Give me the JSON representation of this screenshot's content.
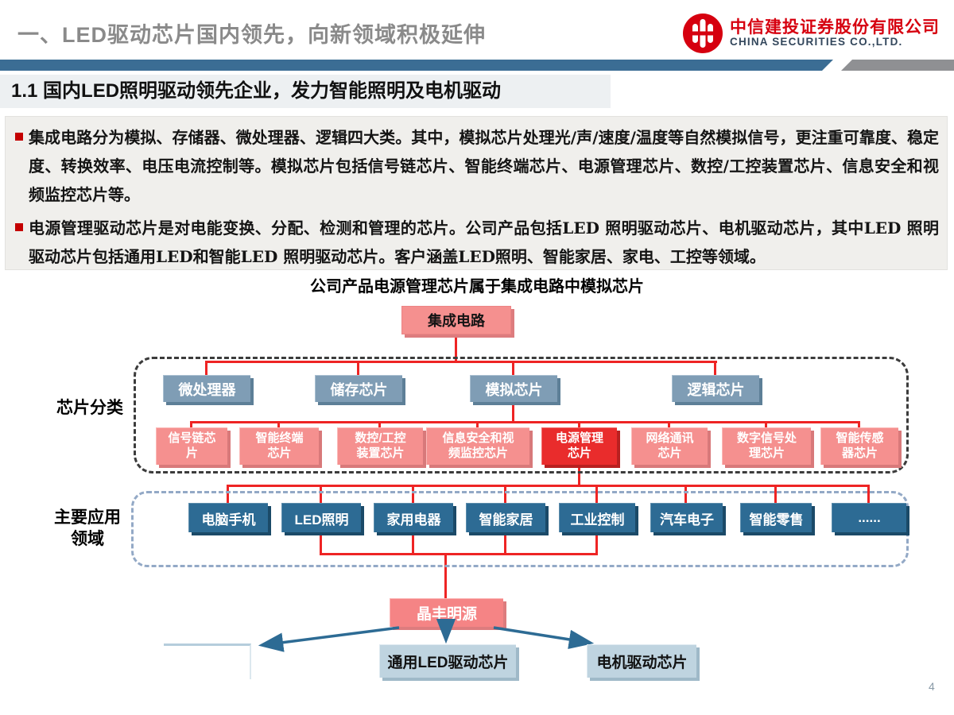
{
  "header": {
    "title": "一、LED驱动芯片国内领先，向新领域积极延伸",
    "logo": {
      "company_cn": "中信建投证券股份有限公司",
      "company_en": "CHINA SECURITIES CO.,LTD."
    }
  },
  "section": {
    "title": "1.1 国内LED照明驱动领先企业，发力智能照明及电机驱动"
  },
  "bullets": [
    "集成电路分为模拟、存储器、微处理器、逻辑四大类。其中，模拟芯片处理光/声/速度/温度等自然模拟信号，更注重可靠度、稳定度、转换效率、电压电流控制等。模拟芯片包括信号链芯片、智能终端芯片、电源管理芯片、数控/工控装置芯片、信息安全和视频监控芯片等。",
    "电源管理驱动芯片是对电能变换、分配、检测和管理的芯片。公司产品包括LED 照明驱动芯片、电机驱动芯片，其中LED 照明驱动芯片包括通用LED和智能LED 照明驱动芯片。客户涵盖LED照明、智能家居、家电、工控等领域。"
  ],
  "diagram": {
    "title": "公司产品电源管理芯片属于集成电路中模拟芯片",
    "root": "集成电路",
    "group1_label": "芯片分类",
    "categories": [
      "微处理器",
      "储存芯片",
      "模拟芯片",
      "逻辑芯片"
    ],
    "analog_subtypes": [
      "信号链芯片",
      "智能终端芯片",
      "数控/工控装置芯片",
      "信息安全和视频监控芯片",
      "电源管理芯片",
      "网络通讯芯片",
      "数字信号处理芯片",
      "智能传感器芯片"
    ],
    "highlighted_subtype": "电源管理芯片",
    "group2_label": "主要应用领域",
    "applications": [
      "电脑手机",
      "LED照明",
      "家用电器",
      "智能家居",
      "工业控制",
      "汽车电子",
      "智能零售",
      "......"
    ],
    "company": "晶丰明源",
    "products": [
      "通用LED驱动芯片",
      "电机驱动芯片"
    ]
  },
  "footer": {
    "page_number": "4"
  },
  "colors": {
    "brand_red": "#d6000f",
    "header_bar_blue": "#3b6d94",
    "connector_red": "#ee2424",
    "category_steel_blue": "#7f9db5",
    "subtype_salmon": "#f5908f",
    "subtype_highlight_red": "#e92c2c",
    "application_navy": "#2d6b94",
    "product_light_blue": "#bfd4e0",
    "arrow_blue": "#2d6b94"
  }
}
